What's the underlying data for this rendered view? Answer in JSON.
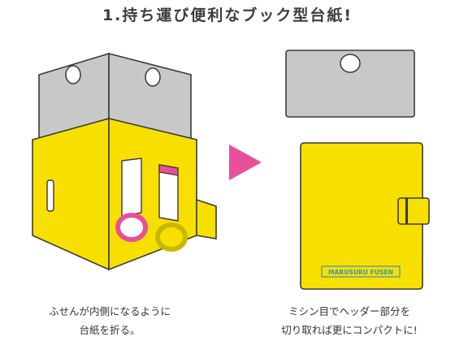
{
  "title": "1.持ち運び便利なブック型台紙!",
  "left_caption": {
    "line1": "ふせんが内側になるように",
    "line2": "台紙を折る。"
  },
  "right_caption": {
    "line1": "ミシン目でヘッダー部分を",
    "line2": "切り取れば更にコンパクトに!"
  },
  "cover_label": "MARUSURU FUSEN",
  "colors": {
    "yellow": "#f7e000",
    "header_gray": "#c8c8c8",
    "outline": "#3a3a3a",
    "arrow_pink": "#e84f9a",
    "label_teal": "#3a93b8"
  },
  "icons": {
    "arrow": "play-triangle-icon",
    "hole": "hanging-hole-icon"
  }
}
